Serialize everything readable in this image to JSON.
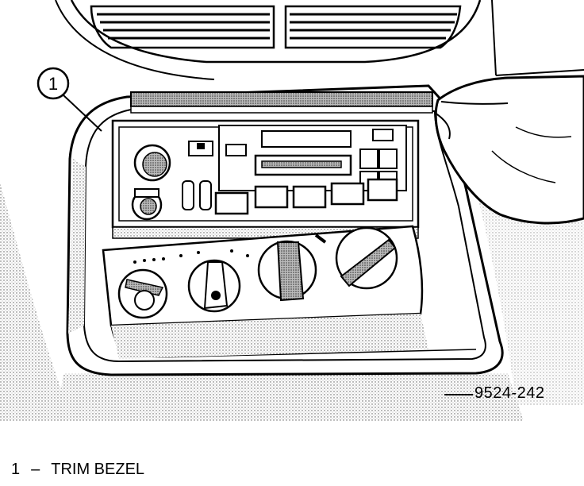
{
  "callout": {
    "number": "1"
  },
  "figure_id": "9524-242",
  "legend": [
    {
      "number": "1",
      "separator": "–",
      "label": "TRIM BEZEL"
    }
  ]
}
